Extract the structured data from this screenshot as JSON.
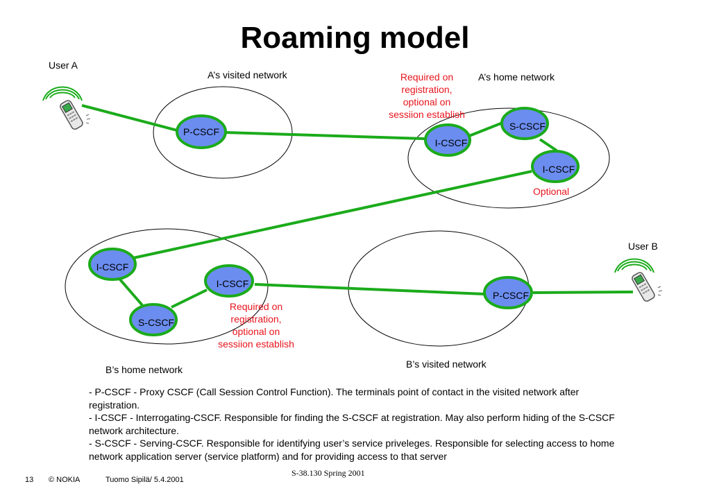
{
  "title": "Roaming model",
  "users": {
    "a": "User A",
    "b": "User B"
  },
  "networks": {
    "a_visited": "A’s visited network",
    "a_home": "A’s home network",
    "b_home": "B’s home network",
    "b_visited": "B’s visited network"
  },
  "nodes": {
    "a_pcscf": "P-CSCF",
    "a_icscf": "I-CSCF",
    "a_scscf": "S-CSCF",
    "a_icscf2": "I-CSCF",
    "b_icscf_top": "I-CSCF",
    "b_icscf": "I-CSCF",
    "b_scscf": "S-CSCF",
    "b_pcscf": "P-CSCF"
  },
  "notes": {
    "a_required": [
      "Required on",
      "registration,",
      "optional on",
      "sessiion establish"
    ],
    "a_optional": "Optional",
    "b_required": [
      "Required on",
      "registration,",
      "optional on",
      "sessiion establish"
    ]
  },
  "description": [
    "- P-CSCF - Proxy CSCF (Call Session Control Function). The terminals point of contact in the visited network after registration.",
    "- I-CSCF - Interrogating-CSCF. Responsible for finding the S-CSCF at registration. May also perform hiding of the S-CSCF network architecture.",
    "- S-CSCF - Serving-CSCF. Responsible for identifying user’s service priveleges. Responsible for selecting access to home network application server (service platform) and for providing access to that server"
  ],
  "footer": {
    "page": "13",
    "copyright": "© NOKIA",
    "author": "Tuomo Sipilä/ 5.4.2001",
    "course": "S-38.130 Spring 2001"
  },
  "colors": {
    "link": "#1bab1b",
    "node_fill": "#6b8df0",
    "node_stroke": "#1bab1b",
    "note": "#e8141c"
  }
}
